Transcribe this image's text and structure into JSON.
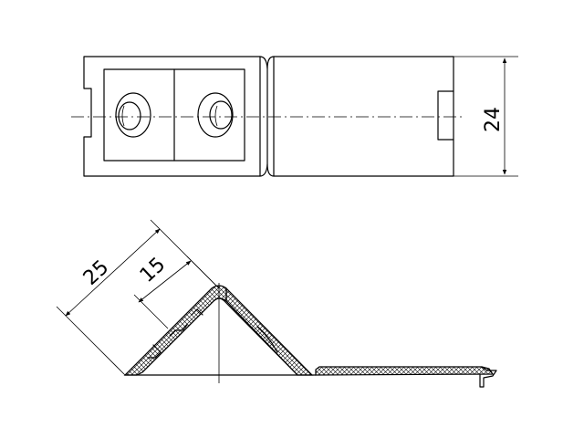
{
  "dimensions": {
    "height_top": "24",
    "leg_outer": "25",
    "leg_inner": "15"
  },
  "colors": {
    "line": "#000000",
    "background": "#ffffff"
  }
}
